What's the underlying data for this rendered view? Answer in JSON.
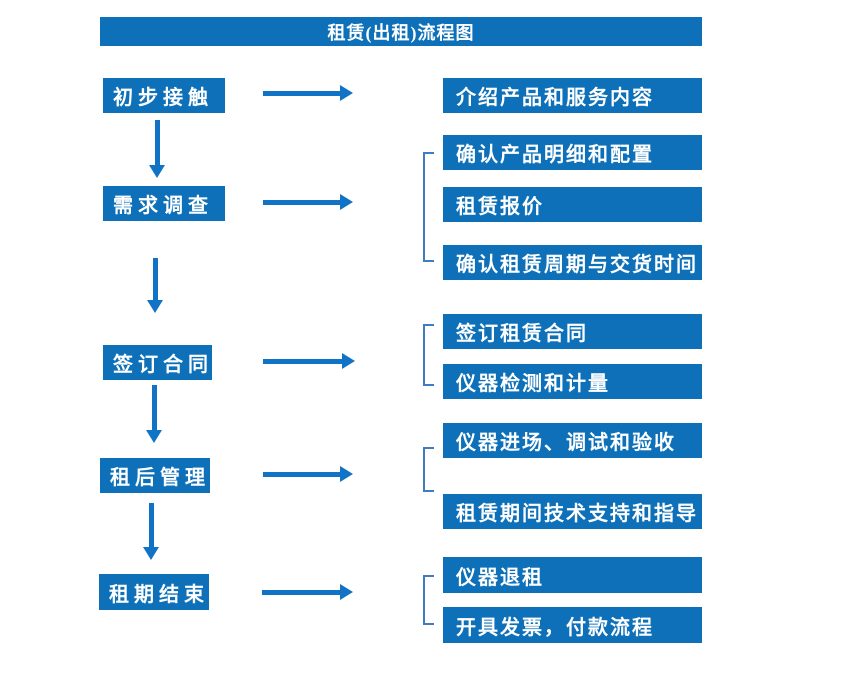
{
  "title": "租赁(出租)流程图",
  "colors": {
    "box_blue": "#0d70b8",
    "arrow_blue": "#1173c5",
    "bracket_blue": "#3f7dbf",
    "text_white": "#ffffff"
  },
  "flow": {
    "steps": [
      {
        "label": "初步接触",
        "details": [
          "介绍产品和服务内容"
        ]
      },
      {
        "label": "需求调查",
        "details": [
          "确认产品明细和配置",
          "租赁报价",
          "确认租赁周期与交货时间"
        ]
      },
      {
        "label": "签订合同",
        "details": [
          "签订租赁合同",
          "仪器检测和计量"
        ]
      },
      {
        "label": "租后管理",
        "details": [
          "仪器进场、调试和验收",
          "租赁期间技术支持和指导"
        ]
      },
      {
        "label": "租期结束",
        "details": [
          "仪器退租",
          "开具发票，付款流程"
        ]
      }
    ]
  }
}
